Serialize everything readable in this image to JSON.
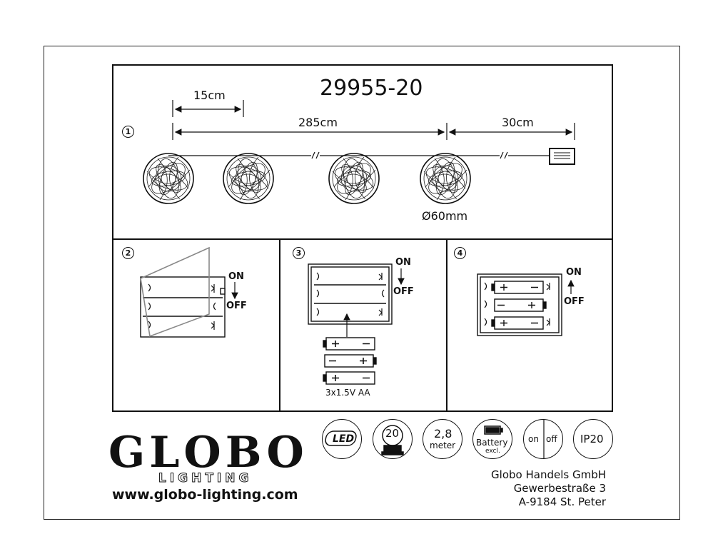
{
  "product_number": "29955-20",
  "steps": [
    "1",
    "2",
    "3",
    "4"
  ],
  "dimensions": {
    "spacing": "15cm",
    "length": "285cm",
    "lead": "30cm",
    "diameter": "Ø60mm"
  },
  "switch": {
    "on": "ON",
    "off": "OFF"
  },
  "battery_spec": "3x1.5V AA",
  "brand": {
    "logo": "GLOBO",
    "sub": "LIGHTING",
    "url": "www.globo-lighting.com"
  },
  "address": [
    "Globo Handels GmbH",
    "Gewerbestraße 3",
    "A-9184 St. Peter"
  ],
  "badges": {
    "led": "LED",
    "count": "20",
    "length_value": "2,8",
    "length_unit": "meter",
    "battery_label": "Battery",
    "battery_sub": "excl.",
    "on": "on",
    "off": "off",
    "ip": "IP20"
  }
}
